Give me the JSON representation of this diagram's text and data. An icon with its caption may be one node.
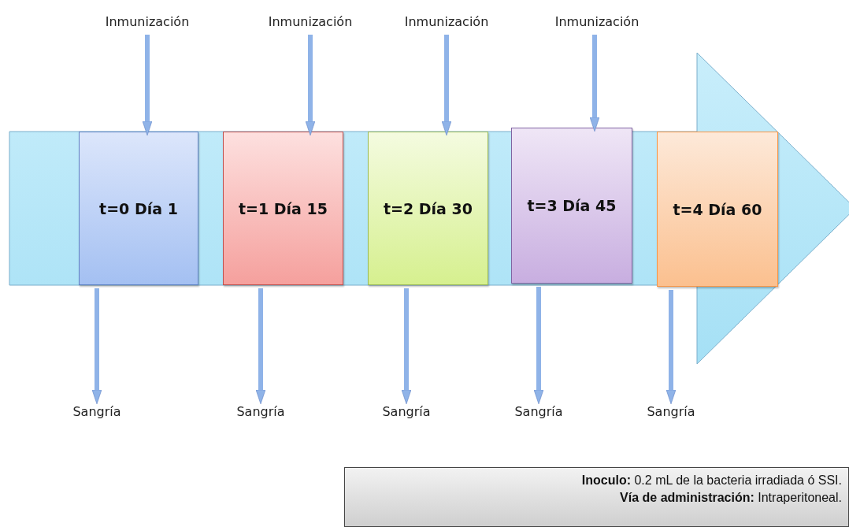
{
  "diagram": {
    "nodes": [
      {
        "text": [],
        "shape": "arrow"
      },
      {
        "text": [
          "t=0 Día 1"
        ],
        "in": 0
      },
      {
        "text": [
          "t=1 Día 15"
        ],
        "in": 0
      },
      {
        "text": [
          "t=2 Día 30"
        ],
        "in": 0
      },
      {
        "text": [
          "t=3 Día 45"
        ],
        "in": 0
      },
      {
        "text": [
          "t=4 Día 60"
        ],
        "in": 0
      },
      {
        "text": [
          "Inmunización"
        ]
      },
      {
        "text": [
          "Inmunización"
        ]
      },
      {
        "text": [
          "Inmunización"
        ]
      },
      {
        "text": [
          "Inmunización"
        ]
      },
      {
        "text": [
          "Sangría"
        ]
      },
      {
        "text": [
          "Sangría"
        ]
      },
      {
        "text": [
          "Sangría"
        ]
      },
      {
        "text": [
          "Sangría"
        ]
      },
      {
        "text": [
          "Sangría"
        ]
      },
      {
        "text": [
          "**Inoculo:** 0.2 mL  de la bacteria  irradiada ó SSI.",
          "**Vía de administración:** Intraperitoneal."
        ]
      }
    ],
    "edges": [
      {
        "from": 6,
        "to": 1,
        "arrow": "to"
      },
      {
        "from": 7,
        "to": 2,
        "arrow": "to"
      },
      {
        "from": 8,
        "to": 3,
        "arrow": "to"
      },
      {
        "from": 9,
        "to": 4,
        "arrow": "to"
      },
      {
        "from": 1,
        "to": 10,
        "arrow": "to"
      },
      {
        "from": 2,
        "to": 11,
        "arrow": "to"
      },
      {
        "from": 3,
        "to": 12,
        "arrow": "to"
      },
      {
        "from": 4,
        "to": 13,
        "arrow": "to"
      },
      {
        "from": 5,
        "to": 14,
        "arrow": "to"
      }
    ]
  }
}
